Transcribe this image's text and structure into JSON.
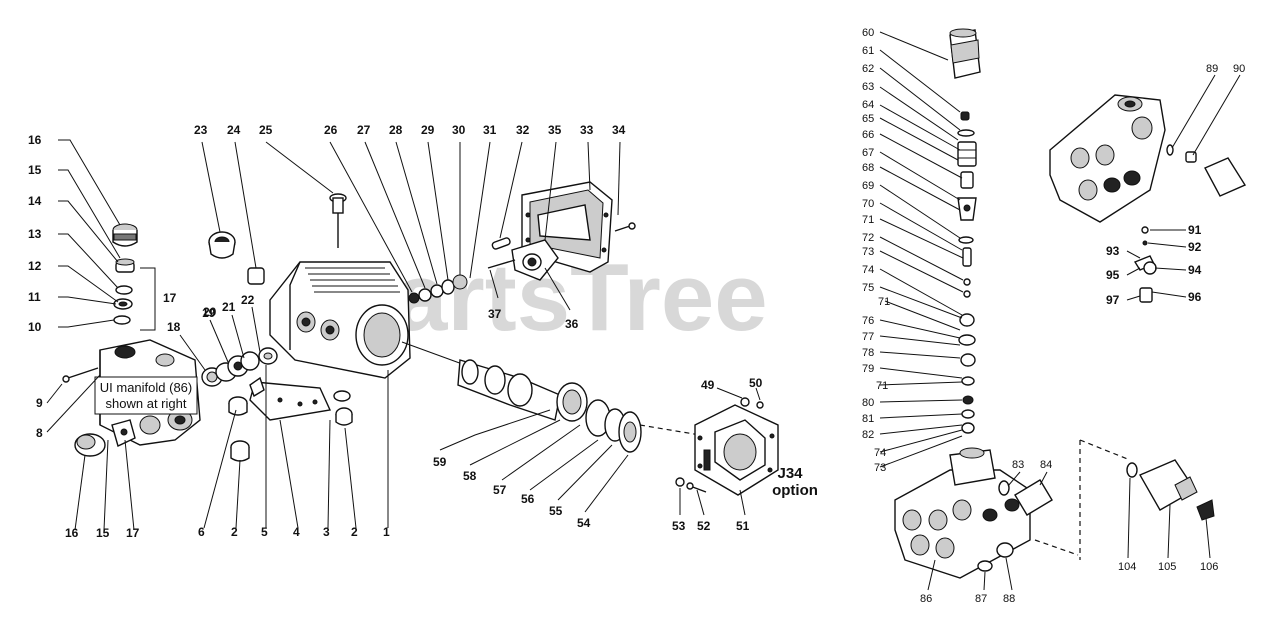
{
  "watermark": "PartsTree",
  "note_box": {
    "line1": "UI manifold (86)",
    "line2": "shown at right"
  },
  "option_label": {
    "line1": "J34",
    "line2": "option"
  },
  "callouts": [
    "1",
    "2",
    "3",
    "4",
    "5",
    "6",
    "8",
    "9",
    "10",
    "11",
    "12",
    "13",
    "14",
    "15",
    "16",
    "17",
    "18",
    "19",
    "20",
    "21",
    "22",
    "23",
    "24",
    "25",
    "26",
    "27",
    "28",
    "29",
    "30",
    "31",
    "32",
    "33",
    "34",
    "35",
    "36",
    "37",
    "49",
    "50",
    "51",
    "52",
    "53",
    "54",
    "55",
    "56",
    "57",
    "58",
    "59",
    "60",
    "61",
    "62",
    "63",
    "64",
    "65",
    "66",
    "67",
    "68",
    "69",
    "70",
    "71",
    "72",
    "73",
    "74",
    "75",
    "76",
    "77",
    "78",
    "79",
    "80",
    "81",
    "82",
    "83",
    "84",
    "86",
    "87",
    "88",
    "89",
    "90",
    "91",
    "92",
    "93",
    "94",
    "95",
    "96",
    "97",
    "104",
    "105",
    "106"
  ]
}
